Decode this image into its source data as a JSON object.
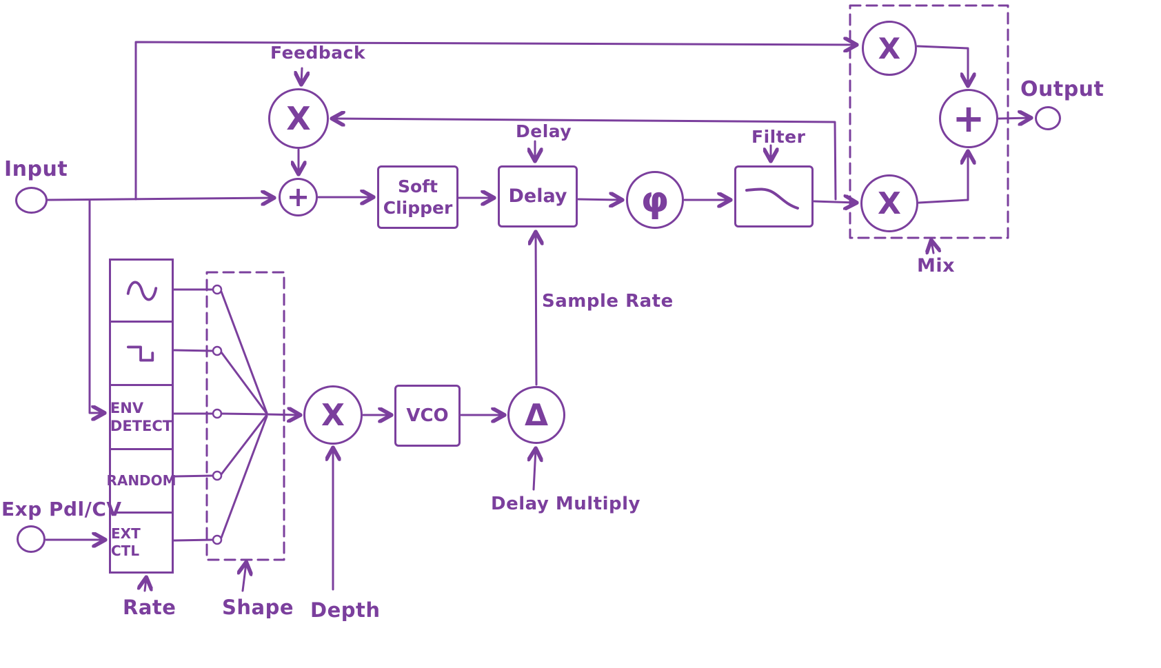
{
  "palette": {
    "ink": "#7b3f9d",
    "background": "#ffffff"
  },
  "labels": {
    "input": "Input",
    "output": "Output",
    "feedback": "Feedback",
    "delay_param": "Delay",
    "filter_param": "Filter",
    "mix": "Mix",
    "rate": "Rate",
    "shape": "Shape",
    "depth": "Depth",
    "delay_multiply": "Delay Multiply",
    "sample_rate": "Sample Rate",
    "exp_pedal": "Exp Pdl/CV"
  },
  "blocks": {
    "soft_clipper": "Soft\nClipper",
    "delay": "Delay",
    "vco": "VCO"
  },
  "glyphs": {
    "multiply": "X",
    "sum": "+",
    "phase": "φ",
    "delta": "Δ"
  },
  "lfo_sources": {
    "sine": "sine-wave",
    "square": "square-wave",
    "env_detect": "ENV\nDETECT",
    "random": "RANDOM",
    "ext_ctl": "EXT CTL"
  }
}
